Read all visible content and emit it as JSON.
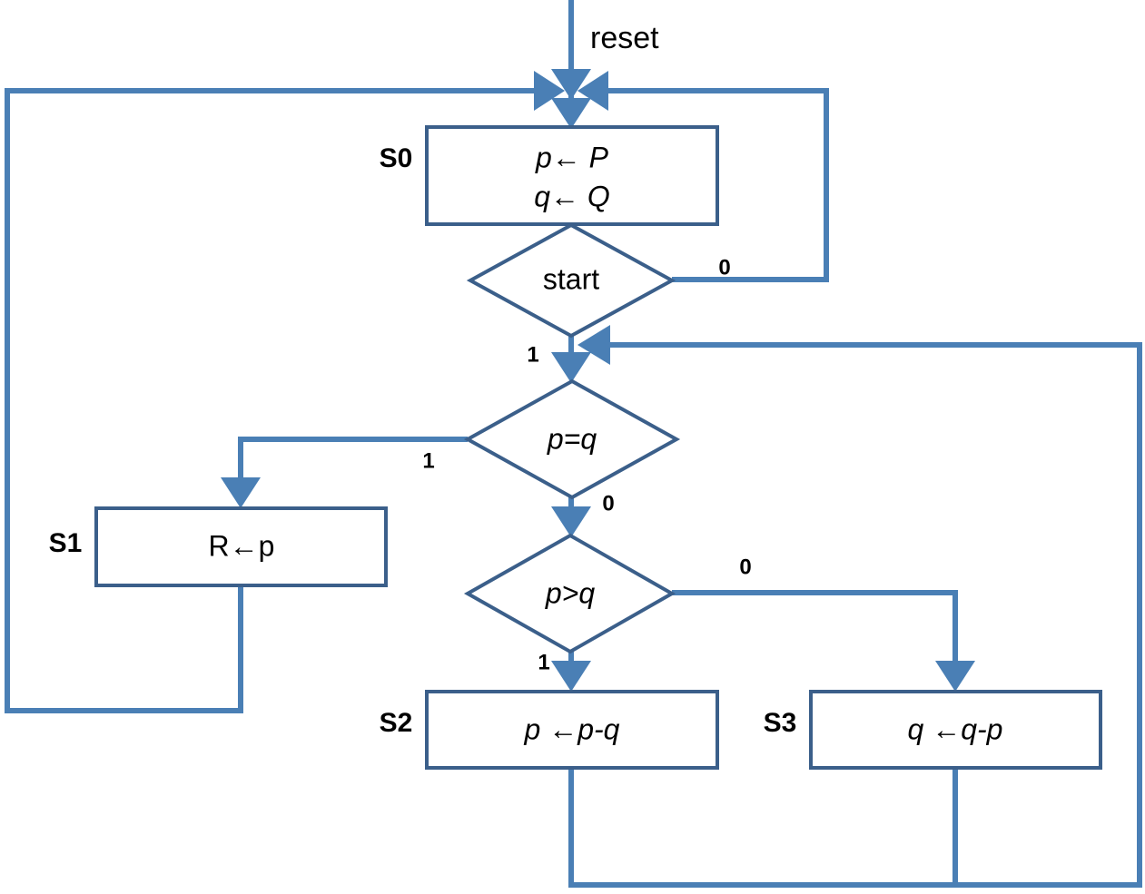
{
  "diagram": {
    "title": "GCD algorithm ASM flowchart",
    "colors": {
      "edge": "#4a7fb5",
      "node_border": "#3b5f8a",
      "node_fill": "#ffffff",
      "text": "#000000",
      "background": "#ffffff"
    },
    "signals": {
      "reset": "reset"
    },
    "states": [
      {
        "id": "S0",
        "label": "S0",
        "type": "process",
        "lines": [
          "p← P",
          "q← Q"
        ]
      },
      {
        "id": "S1",
        "label": "S1",
        "type": "process",
        "lines": [
          "R←p"
        ]
      },
      {
        "id": "S2",
        "label": "S2",
        "type": "process",
        "lines": [
          "p ←p-q"
        ]
      },
      {
        "id": "S3",
        "label": "S3",
        "type": "process",
        "lines": [
          "q ←q-p"
        ]
      }
    ],
    "decisions": [
      {
        "id": "start",
        "label": "start",
        "italic": false
      },
      {
        "id": "p_eq_q",
        "label": "p=q",
        "italic": true
      },
      {
        "id": "p_gt_q",
        "label": "p>q",
        "italic": true
      }
    ],
    "edge_labels": {
      "start_false": "0",
      "start_true": "1",
      "p_eq_q_true": "1",
      "p_eq_q_false": "0",
      "p_gt_q_true": "1",
      "p_gt_q_false": "0"
    }
  }
}
